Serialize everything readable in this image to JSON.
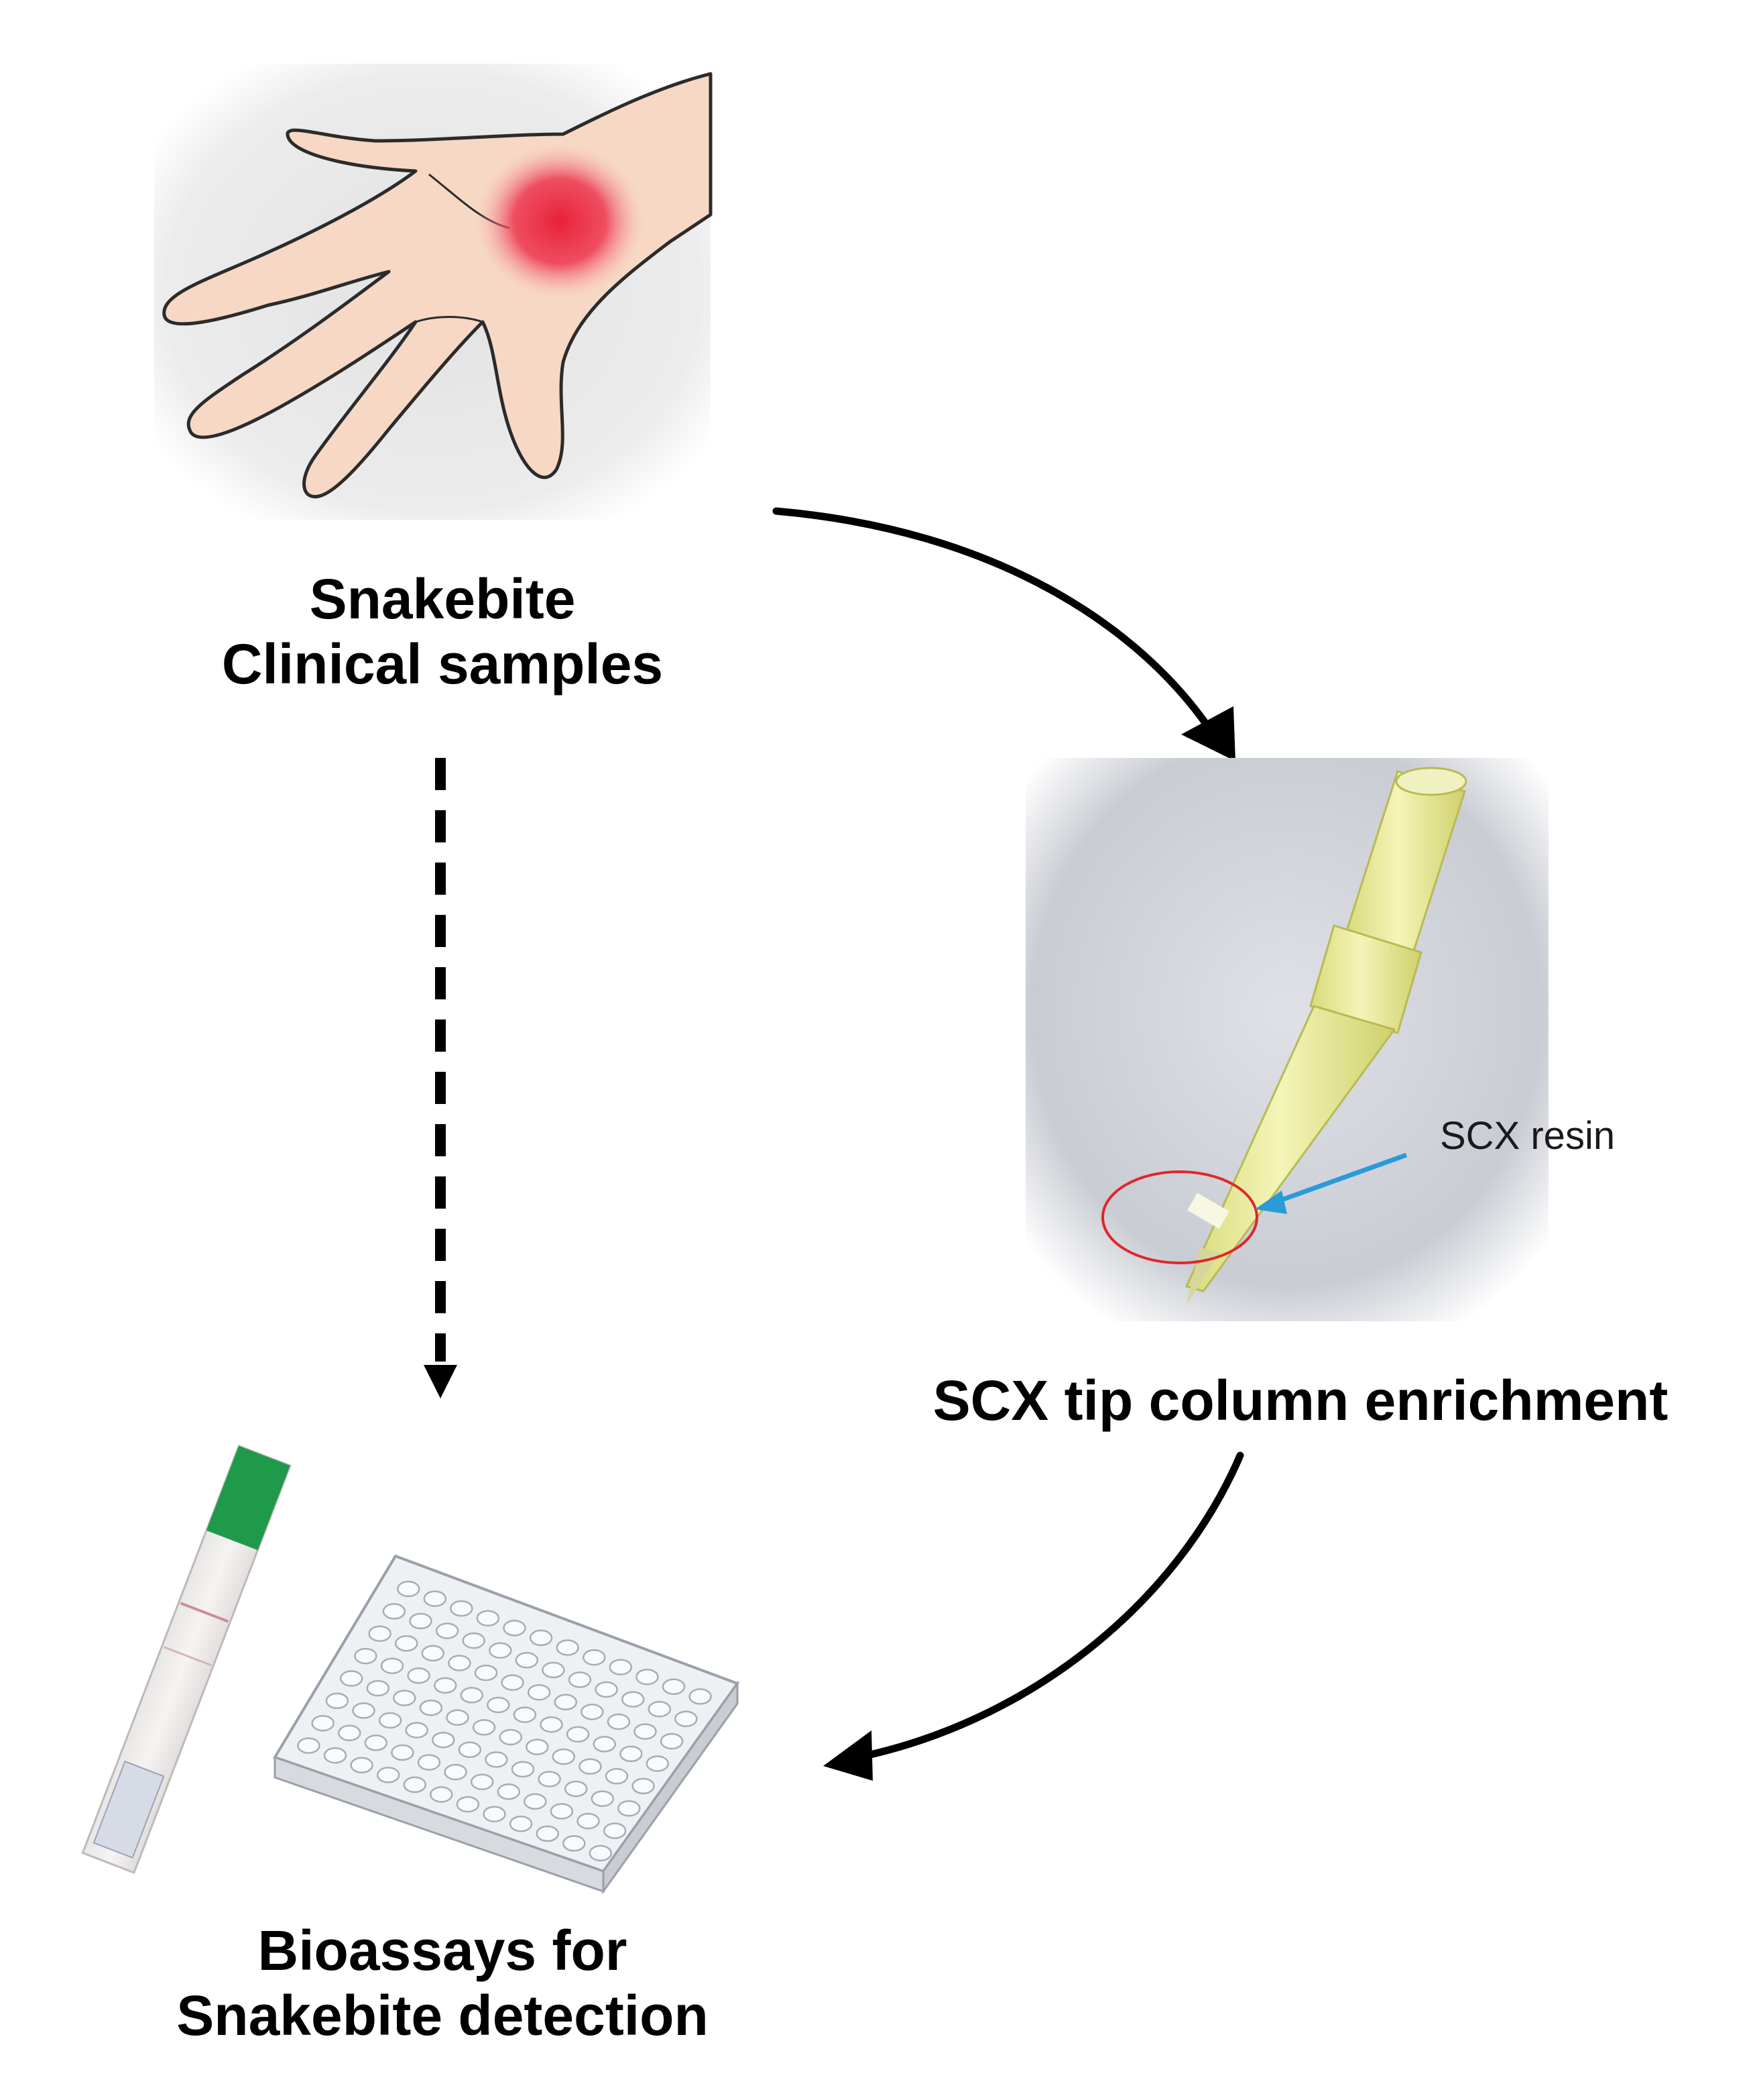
{
  "nodes": {
    "samples": {
      "line1": "Snakebite",
      "line2": "Clinical samples",
      "image": "hand-with-bite-icon"
    },
    "enrichment": {
      "line1": "SCX tip column enrichment",
      "image": "pipette-tip-column-icon",
      "annotation": "SCX resin"
    },
    "bioassay": {
      "line1": "Bioassays for",
      "line2": "Snakebite detection",
      "images": [
        "test-strip-icon",
        "well-plate-icon"
      ]
    }
  },
  "colors": {
    "bite": "#e8213a",
    "strip_cap": "#1e9a4a",
    "resin_arrow": "#2a9ad8",
    "resin_circle": "#e0262b",
    "tip": "#e6e88a",
    "arrow": "#000000"
  }
}
